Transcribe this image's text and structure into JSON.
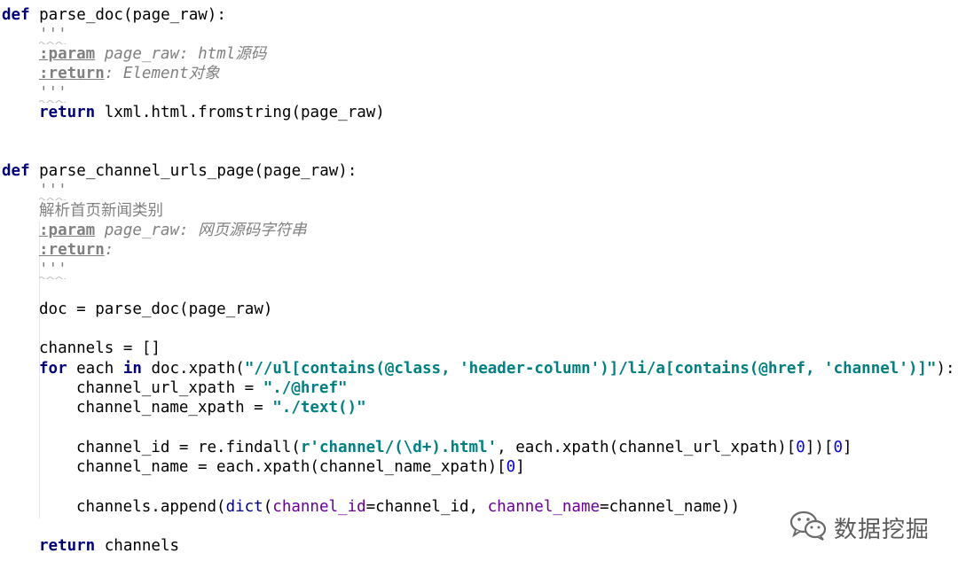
{
  "code": {
    "l1": {
      "kw": "def",
      "name": " parse_doc(page_raw):"
    },
    "l2": "'''",
    "l3": {
      "tag": ":param",
      "text": " page_raw: html源码"
    },
    "l4": {
      "tag": ":return",
      "text": ": Element对象"
    },
    "l5": "'''",
    "l6": {
      "kw": "return",
      "text": " lxml.html.fromstring(page_raw)"
    },
    "l7": {
      "kw": "def",
      "name": " parse_channel_urls_page(page_raw):"
    },
    "l8": "'''",
    "l9": "解析首页新闻类别",
    "l10": {
      "tag": ":param",
      "text": " page_raw: 网页源码字符串"
    },
    "l11": {
      "tag": ":return",
      "text": ":"
    },
    "l12": "'''",
    "l13": "doc = parse_doc(page_raw)",
    "l14": "channels = []",
    "l15": {
      "kw1": "for",
      "a": " each ",
      "kw2": "in",
      "b": " doc.xpath(",
      "str": "\"//ul[contains(@class, 'header-column')]/li/a[contains(@href, 'channel')]\"",
      "c": "):"
    },
    "l16": {
      "a": "channel_url_xpath = ",
      "str": "\"./@href\""
    },
    "l17": {
      "a": "channel_name_xpath = ",
      "str": "\"./text()\""
    },
    "l18": {
      "a": "channel_id = re.findall(",
      "str": "r'channel/(\\d+).html'",
      "b": ", each.xpath(channel_url_xpath)[",
      "n1": "0",
      "c": "])[",
      "n2": "0",
      "d": "]"
    },
    "l19": {
      "a": "channel_name = each.xpath(channel_name_xpath)[",
      "n1": "0",
      "b": "]"
    },
    "l20": {
      "a": "channels.append(",
      "bi": "dict",
      "b": "(",
      "k1": "channel_id",
      "c": "=channel_id, ",
      "k2": "channel_name",
      "d": "=channel_name))"
    },
    "l21": {
      "kw": "return",
      "text": " channels"
    }
  },
  "watermark": {
    "icon": "wechat-icon",
    "text": "数据挖掘"
  },
  "colors": {
    "keyword": "#000080",
    "string": "#008080",
    "number": "#0000ff",
    "kwarg": "#660099",
    "docstring": "#808080"
  }
}
